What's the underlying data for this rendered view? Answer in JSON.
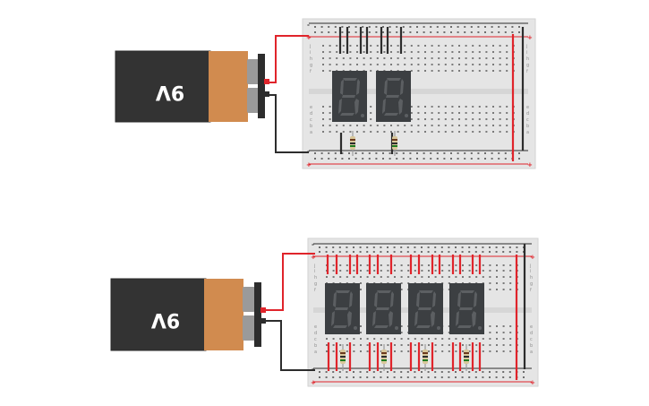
{
  "circuits": [
    {
      "battery": {
        "label": "9V"
      },
      "breadboard": {
        "plus": "+",
        "minus": "-",
        "row_letters": [
          "j",
          "i",
          "h",
          "g",
          "f",
          "e",
          "d",
          "c",
          "b",
          "a"
        ]
      },
      "displays": 2,
      "resistors": 2
    },
    {
      "battery": {
        "label": "9V"
      },
      "breadboard": {
        "plus": "+",
        "minus": "-",
        "row_letters": [
          "j",
          "i",
          "h",
          "g",
          "f",
          "e",
          "d",
          "c",
          "b",
          "a"
        ]
      },
      "displays": 4,
      "resistors": 4
    }
  ],
  "colors": {
    "battery_body": "#333333",
    "battery_cap": "#d18b4f",
    "wire_positive": "#e0242b",
    "wire_negative": "#2d2d2d",
    "breadboard": "#e5e5e5",
    "display_body": "#3c3f42"
  }
}
